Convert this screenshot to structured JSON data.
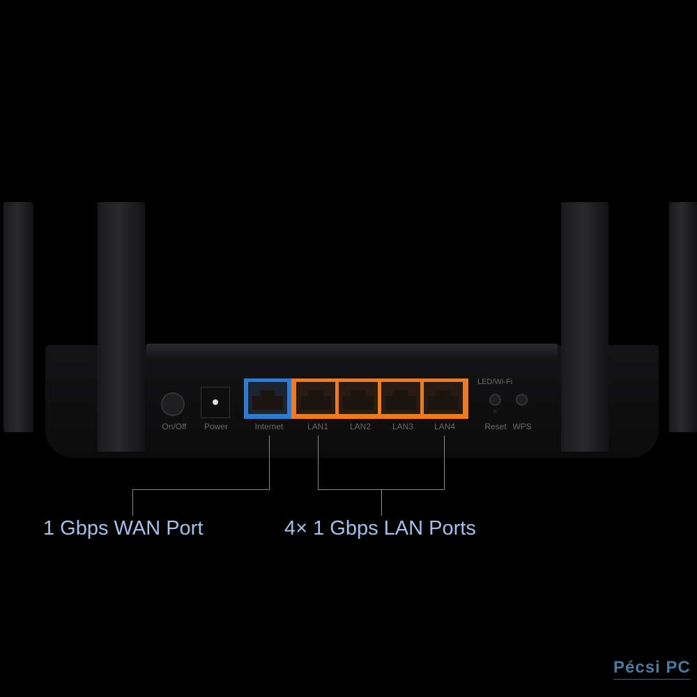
{
  "ports": {
    "on_off": "On/Off",
    "power": "Power",
    "internet": "Internet",
    "lan": [
      "LAN1",
      "LAN2",
      "LAN3",
      "LAN4"
    ],
    "led_wifi": "LED/Wi-Fi",
    "reset": "Reset",
    "wps": "WPS"
  },
  "callouts": {
    "wan": "1 Gbps WAN Port",
    "lan": "4× 1 Gbps LAN Ports"
  },
  "watermark": {
    "text": "Pécsi PC"
  },
  "colors": {
    "wan": "#2e7bd0",
    "lan": "#ee7a22",
    "caption": "#a8c0e8"
  }
}
